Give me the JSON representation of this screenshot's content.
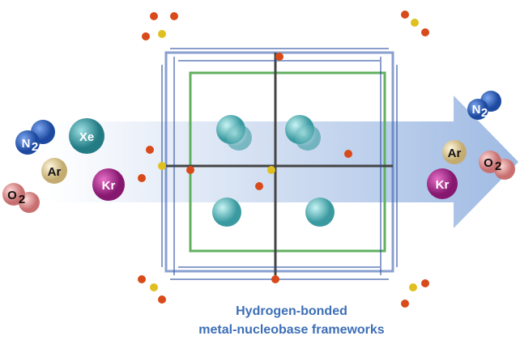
{
  "molecules_left": [
    {
      "label": "N",
      "sub": "2"
    },
    {
      "label": "Xe"
    },
    {
      "label": "Ar"
    },
    {
      "label": "Kr"
    },
    {
      "label": "O",
      "sub": "2"
    }
  ],
  "molecules_right": [
    {
      "label": "N",
      "sub": "2"
    },
    {
      "label": "Ar"
    },
    {
      "label": "Kr"
    },
    {
      "label": "O",
      "sub": "2"
    }
  ],
  "caption": {
    "line1": "Hydrogen-bonded",
    "line2": "metal-nucleobase frameworks"
  },
  "colors": {
    "N2": "#2a5fb8",
    "Xe": "#3a9aa0",
    "Ar": "#e6d3a0",
    "Kr": "#b02a8a",
    "O2": "#e8a0a0",
    "caption": "#3d6fb6"
  }
}
